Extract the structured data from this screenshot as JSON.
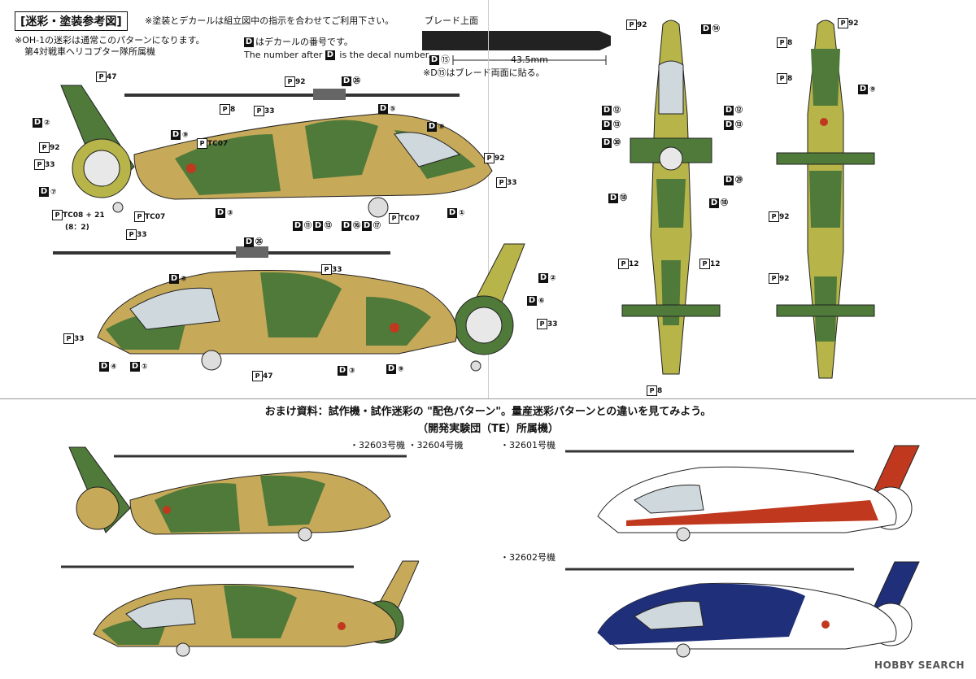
{
  "header": {
    "section_title": "[迷彩・塗装参考図]",
    "note_top": "※塗装とデカールは組立図中の指示を合わせてご利用下さい。",
    "note_oh1": "※OH-1の迷彩は通常このパターンになります。",
    "note_unit": "第4対戦車ヘリコプター隊所属機",
    "decal_note_jp": "はデカールの番号です。",
    "decal_note_en_a": "The number after",
    "decal_note_en_b": "is the decal number.",
    "decal_letter": "D"
  },
  "blade": {
    "title": "ブレード上面",
    "length": "43.5mm",
    "decal": "⑮",
    "note": "※D⑮はブレード両面に貼る。"
  },
  "callouts": {
    "d2": "②",
    "d3": "③",
    "d5": "⑤",
    "d7": "⑦",
    "d8": "⑧",
    "d9": "⑨",
    "d1": "①",
    "d4": "④",
    "d6": "⑥",
    "d11": "⑪",
    "d12": "⑫",
    "d13": "⑬",
    "d14": "⑭",
    "d16": "⑯",
    "d17": "⑰",
    "d18": "⑱",
    "d26": "㉖",
    "d29": "㉙",
    "d30": "㉚",
    "p47": "47",
    "p92": "92",
    "p33": "33",
    "p8": "8",
    "p12": "12",
    "tc07": "TC07",
    "tc08": "TC08",
    "tc21": "21",
    "ratio": "(8：2)"
  },
  "bonus": {
    "title": "おまけ資料：試作機・試作迷彩の \"配色パターン\"。量産迷彩パターンとの違いを見てみよう。",
    "subtitle": "（開発実験団（TE）所属機）",
    "label_camo": "・32603号機 ・32604号機",
    "label_red": "・32601号機",
    "label_blue": "・32602号機"
  },
  "watermark": "HOBBY SEARCH",
  "colors": {
    "camo_green": "#4f7a3a",
    "camo_tan": "#c7a95a",
    "camo_yellow": "#b7b44a",
    "red_scheme": "#c0391f",
    "blue_scheme": "#1f2f7a"
  }
}
